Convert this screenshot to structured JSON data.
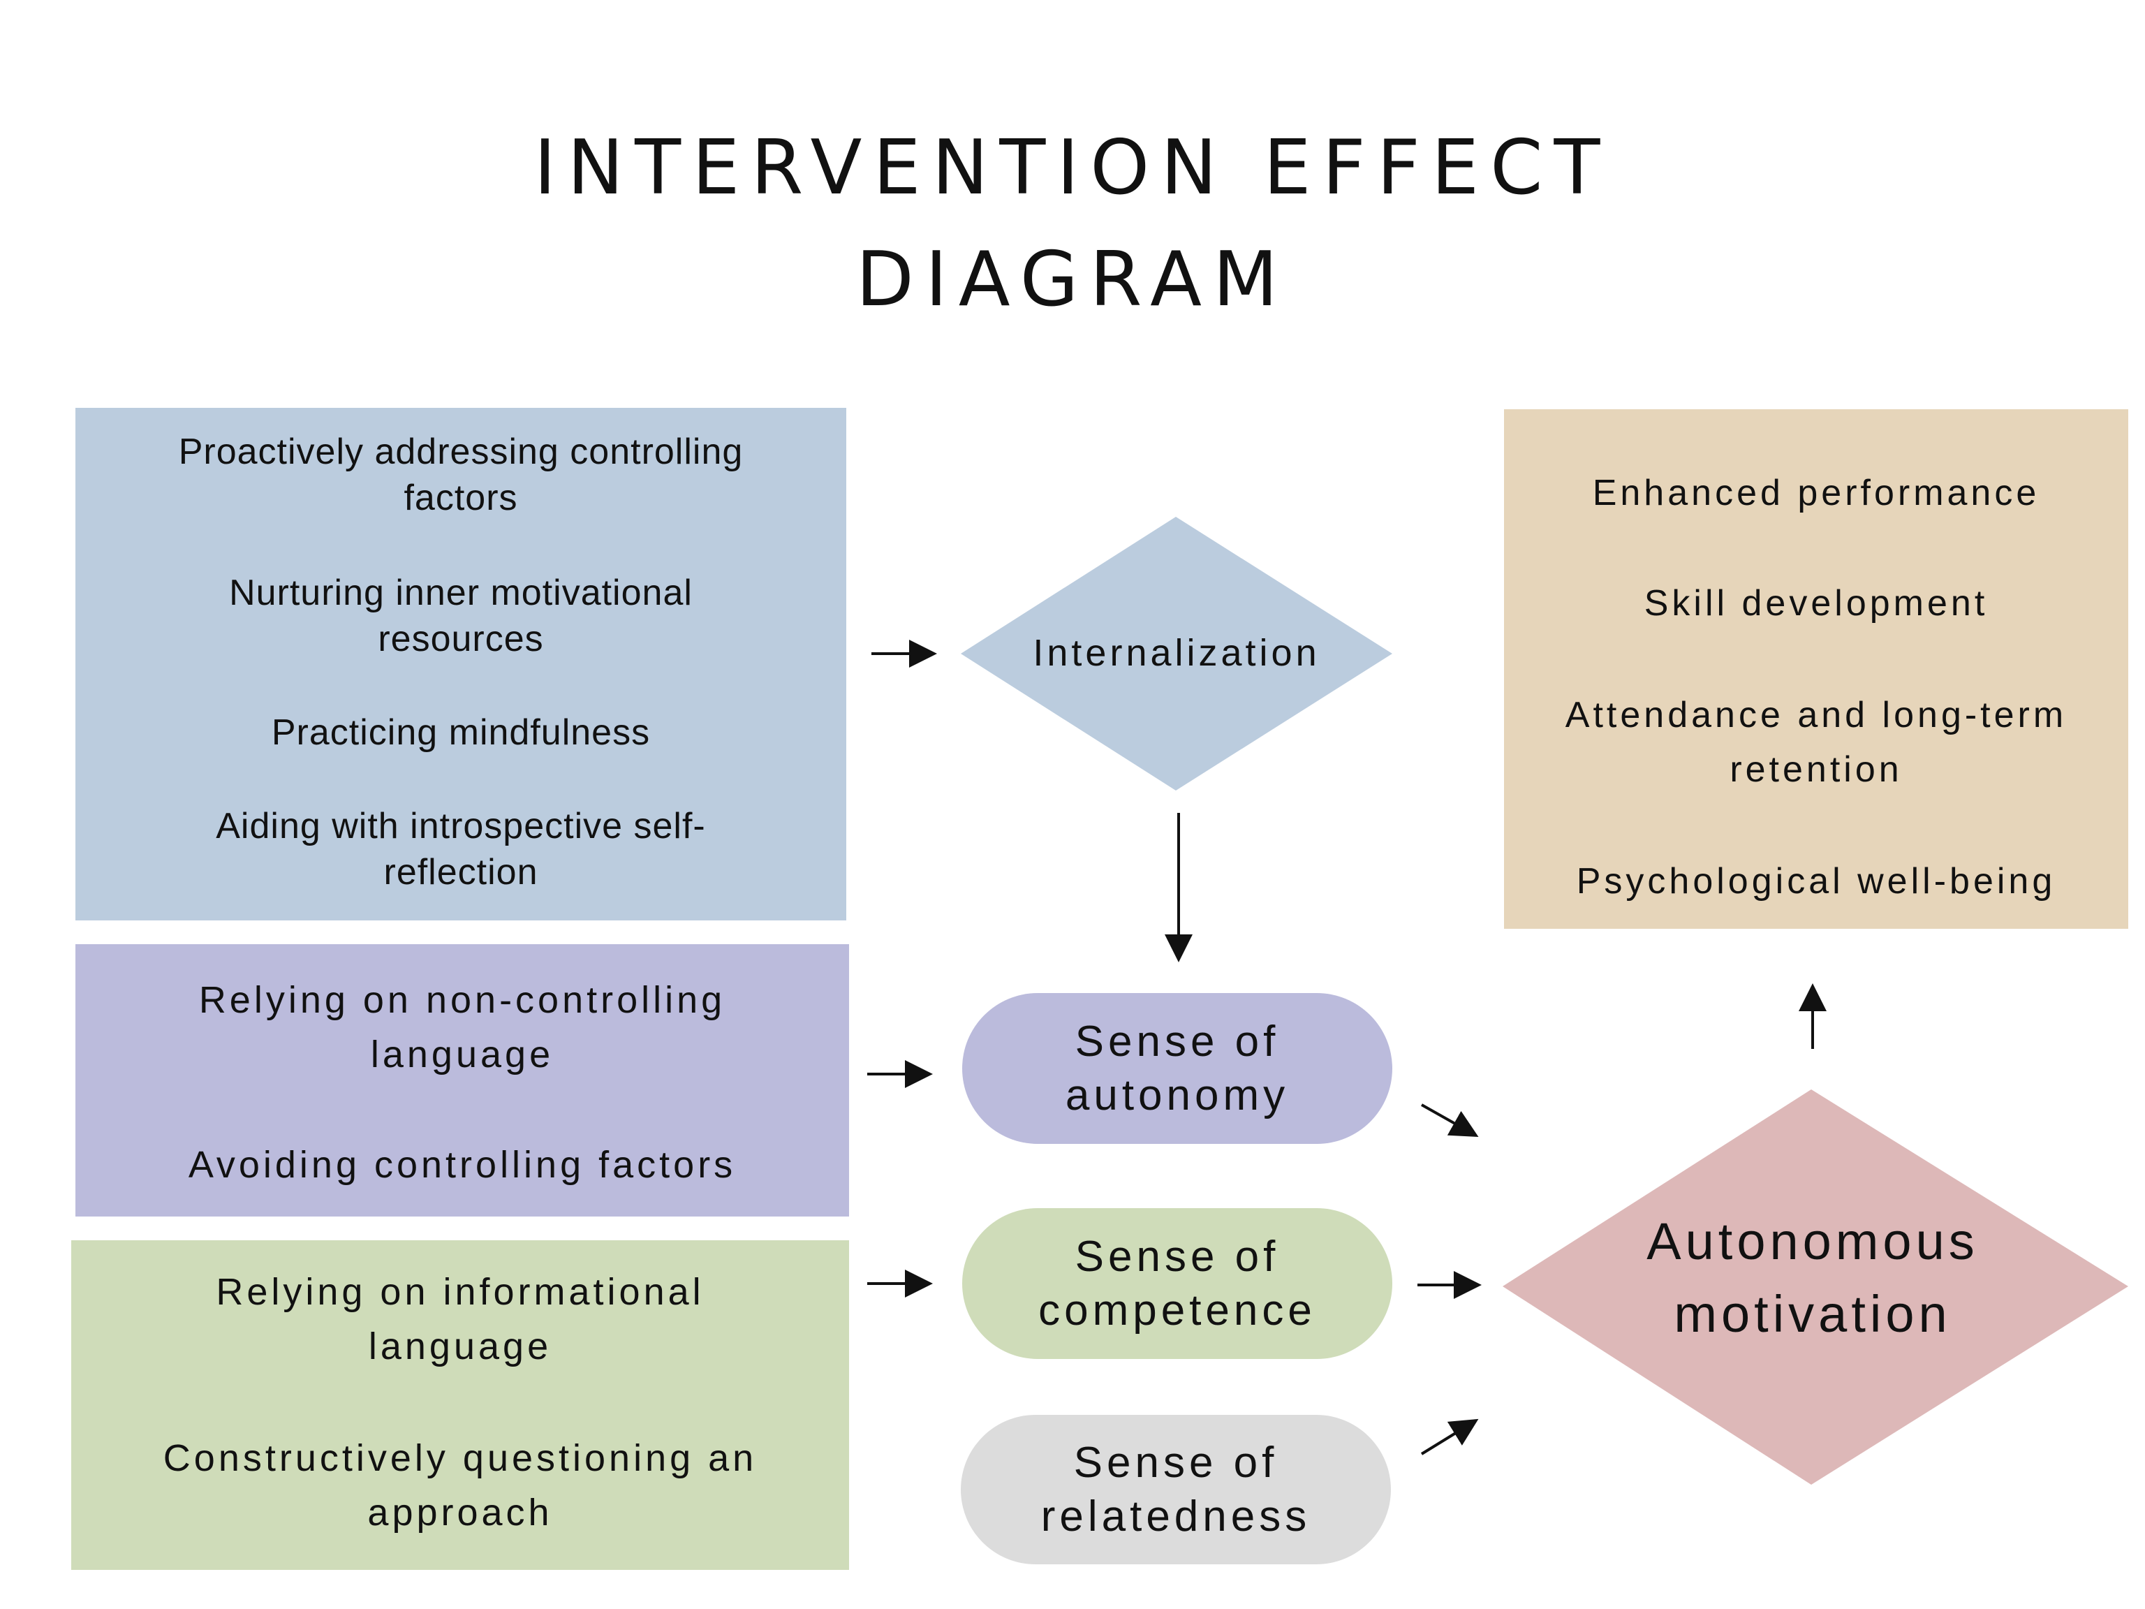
{
  "title": {
    "line1": "INTERVENTION EFFECT",
    "line2": "DIAGRAM"
  },
  "colors": {
    "blue": "#bbccde",
    "purple": "#bbbbdc",
    "green": "#cfdcb9",
    "gray": "#dcdcdc",
    "tan": "#e6d5ba",
    "pink": "#ddb8b8",
    "text": "#111111"
  },
  "left_boxes": {
    "mindfulness": {
      "item1": "Proactively addressing controlling",
      "item1_cont": "factors",
      "item2": "Nurturing inner motivational",
      "item2_cont": "resources",
      "item3": "Practicing mindfulness",
      "item4": "Aiding with introspective self-",
      "item4_cont": "reflection"
    },
    "autonomy_support": {
      "item1": "Relying on non-controlling",
      "item1_cont": "language",
      "item2": "Avoiding controlling factors"
    },
    "competence_support": {
      "item1": "Relying on informational",
      "item1_cont": "language",
      "item2": "Constructively questioning an",
      "item2_cont": "approach"
    }
  },
  "middle_nodes": {
    "internalization": "Internalization",
    "autonomy_l1": "Sense of",
    "autonomy_l2": "autonomy",
    "competence_l1": "Sense of",
    "competence_l2": "competence",
    "relatedness_l1": "Sense of",
    "relatedness_l2": "relatedness"
  },
  "motivation": {
    "line1": "Autonomous",
    "line2": "motivation"
  },
  "outcomes": {
    "item1": "Enhanced performance",
    "item2": "Skill development",
    "item3": "Attendance and long-term",
    "item3_cont": "retention",
    "item4": "Psychological well-being"
  }
}
